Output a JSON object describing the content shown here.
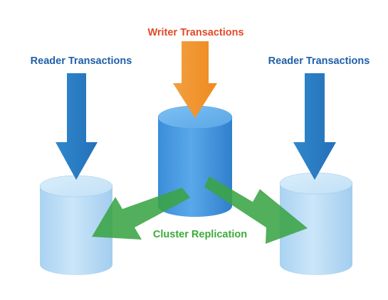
{
  "labels": {
    "writer": "Writer Transactions",
    "reader_left": "Reader Transactions",
    "reader_right": "Reader Transactions",
    "replication": "Cluster Replication"
  },
  "colors": {
    "writer_text": "#e04a28",
    "writer_arrow": "#f59a2e",
    "reader_text": "#1f5fa8",
    "reader_arrow": "#2e7fc8",
    "replication_text": "#3daa3a",
    "replication_arrow": "#45a94a",
    "writer_db": "#4a9be0",
    "reader_db": "#b9dcf5"
  },
  "icons": {
    "writer_db": "database-cylinder-icon",
    "reader_db": "database-cylinder-icon"
  }
}
